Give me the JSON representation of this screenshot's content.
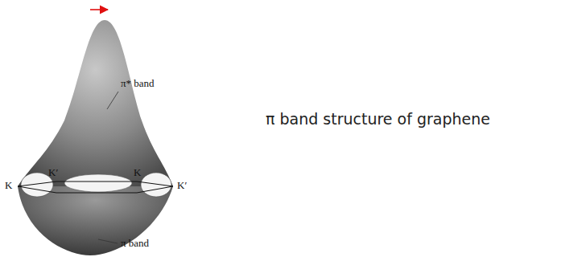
{
  "diagram": {
    "title": "π band structure of graphene",
    "labels": [
      "π* band",
      "K",
      "K′",
      "K",
      "K′",
      "π band"
    ]
  }
}
